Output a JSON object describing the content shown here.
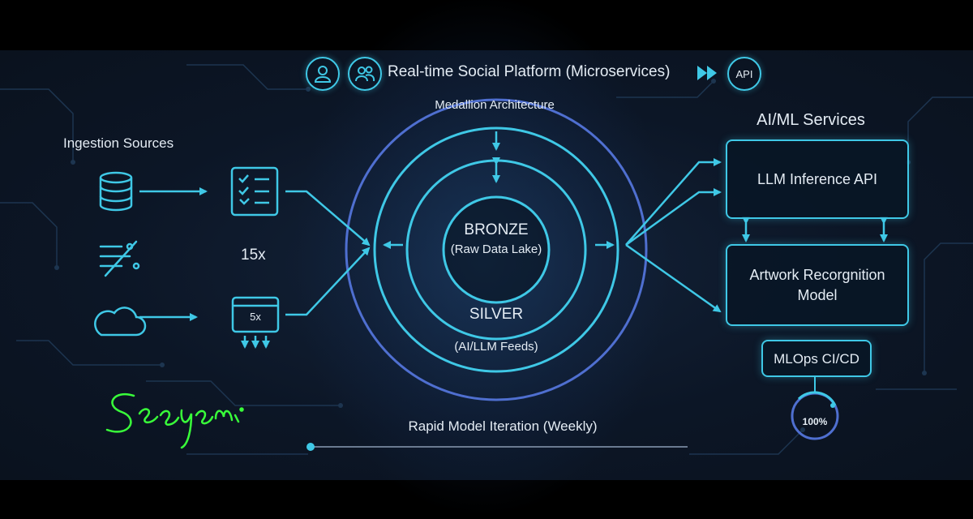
{
  "header": {
    "title": "Real-time Social Platform (Microservices)",
    "api_label": "API"
  },
  "architecture": {
    "title": "Medallion Architecture",
    "bronze_label": "BRONZE",
    "bronze_sub": "(Raw Data Lake)",
    "silver_label": "SILVER",
    "silver_sub": "(AI/LLM Feeds)"
  },
  "ingestion": {
    "title": "Ingestion Sources",
    "multiplier": "15x",
    "batch_badge": "5x"
  },
  "ai_services": {
    "title": "AI/ML Services",
    "llm_box": "LLM Inference API",
    "artwork_line1": "Artwork Recorgnition",
    "artwork_line2": "Model",
    "mlops": "MLOps CI/CD",
    "gauge": "100%"
  },
  "footer": {
    "iteration_label": "Rapid Model Iteration (Weekly)"
  },
  "colors": {
    "accent": "#3fc8e6",
    "ring": "#4f6fd0",
    "signature": "#39ff3a"
  }
}
